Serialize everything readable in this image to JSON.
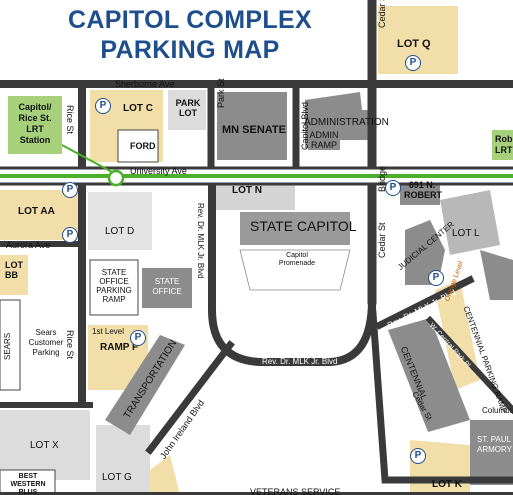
{
  "title": {
    "line1": "CAPITOL COMPLEX",
    "line2": "PARKING MAP"
  },
  "roads": {
    "sherburne": "Sherburne Ave",
    "rice_upper": "Rice St",
    "park": "Park St",
    "capitol_blvd": "Capitol Blvd",
    "cedar_upper": "Cedar St",
    "university": "University Ave",
    "bridge": "Bridge",
    "aurora": "Aurora Ave",
    "mlk_vertical": "Rev. Dr. MLK Jr. Blvd",
    "cedar_mid": "Cedar St",
    "mlk_bottom": "Rev. Dr. MLK Jr. Blvd",
    "rice_lower": "Rice St",
    "john_ireland": "John Ireland Blvd",
    "mlk_diagonal": "Rev. Dr. MLK Jr. Blvd",
    "central_park": "W. Central Park Pl",
    "cedar_lower": "Cedar St",
    "columbus": "Columbus",
    "veterans": "VETERANS SERVICE"
  },
  "places": {
    "lot_q": "LOT Q",
    "lot_c": "LOT C",
    "park_lot": "PARK LOT",
    "mn_senate": "MN SENATE",
    "administration": "ADMINISTRATION",
    "admin_ramp": "ADMIN RAMP",
    "ford": "FORD",
    "lrt_station": "Capitol/ Rice St. LRT Station",
    "lrt_station_right": "Rob LRT",
    "lot_n": "LOT N",
    "robert_691": "691 N. ROBERT",
    "lot_aa": "LOT AA",
    "lot_d": "LOT D",
    "state_capitol": "STATE CAPITOL",
    "capitol_promenade": "Capitol Promenade",
    "lot_l": "LOT L",
    "lot_bb": "LOT BB",
    "state_office_ramp": "STATE OFFICE PARKING RAMP",
    "state_office": "STATE OFFICE",
    "judicial_center": "JUDICIAL CENTER",
    "sears": "SEARS",
    "sears_parking": "Sears Customer Parking",
    "first_level": "1st Level",
    "ramp_f": "RAMP F",
    "transportation": "TRANSPORTATION",
    "orange_level": "Orange Level",
    "centennial_ramp": "CENTENNIAL PARKING RAMP",
    "centennial": "CENTENNIAL",
    "lot_x": "LOT X",
    "lot_g": "LOT G",
    "lot_k": "LOT K",
    "st_paul_armory": "ST. PAUL ARMORY",
    "best_western": "BEST WESTERN PLUS"
  },
  "parking_symbol": "P",
  "colors": {
    "title": "#1f4e8c",
    "lot": "#f2dea8",
    "building": "#8c8c8c",
    "building_light": "#d4d4d4",
    "road": "#3a3a3a",
    "lrt_line": "#4caf2a",
    "lrt_station": "#a7d07a",
    "parking_pin": "#1f4e8c"
  }
}
